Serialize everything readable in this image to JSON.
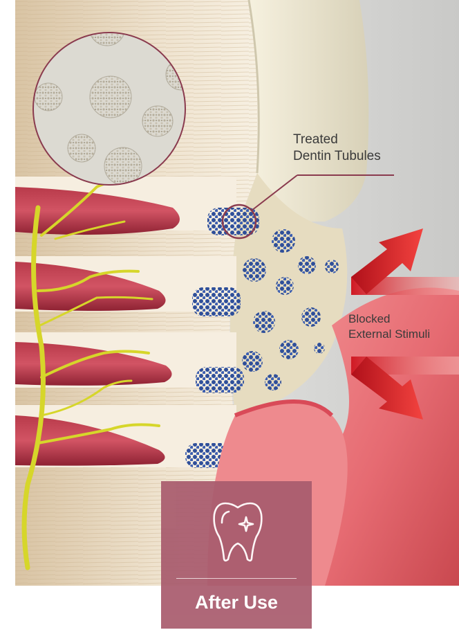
{
  "labels": {
    "treated_line1": "Treated",
    "treated_line2": "Dentin Tubules",
    "blocked_line1": "Blocked",
    "blocked_line2": "External Stimuli"
  },
  "badge": {
    "label": "After Use",
    "icon": "tooth-sparkle-icon",
    "color": "#a95c6e"
  },
  "colors": {
    "callout_accent": "#8a3a4e",
    "arrow_red": "#d8141e",
    "nerve_yellow": "#d6d62a",
    "occlusion_blue": "#2f4f9a",
    "gum_pink": "#e8747a",
    "dentin_beige": "#eadfc8"
  }
}
